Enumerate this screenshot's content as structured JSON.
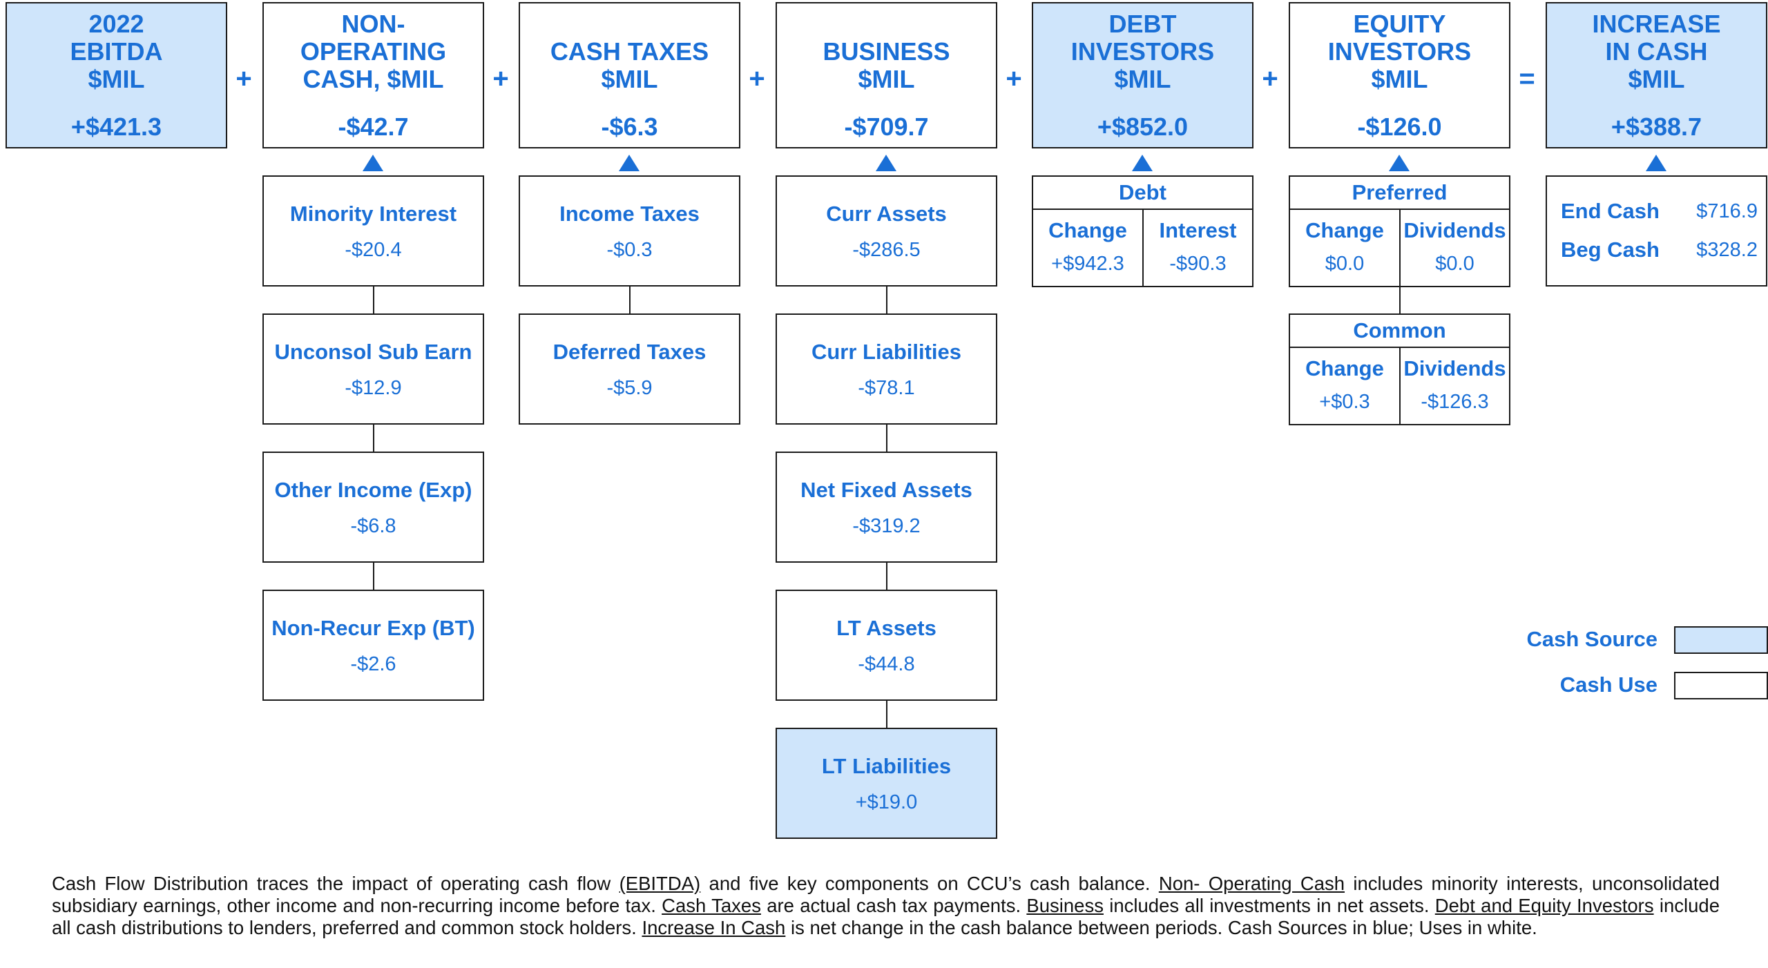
{
  "headers": [
    {
      "title": "2022\nEBITDA\n$MIL",
      "value": "+$421.3",
      "source": true
    },
    {
      "title": "NON-\nOPERATING\nCASH, $MIL",
      "value": "-$42.7",
      "source": false
    },
    {
      "title": "CASH TAXES\n$MIL",
      "value": "-$6.3",
      "source": false
    },
    {
      "title": "BUSINESS\n$MIL",
      "value": "-$709.7",
      "source": false
    },
    {
      "title": "DEBT\nINVESTORS\n$MIL",
      "value": "+$852.0",
      "source": true
    },
    {
      "title": "EQUITY\nINVESTORS\n$MIL",
      "value": "-$126.0",
      "source": false
    },
    {
      "title": "INCREASE\nIN CASH\n$MIL",
      "value": "+$388.7",
      "source": true
    }
  ],
  "operators": [
    "+",
    "+",
    "+",
    "+",
    "+",
    "="
  ],
  "non_operating": [
    {
      "label": "Minority Interest",
      "value": "-$20.4"
    },
    {
      "label": "Unconsol Sub Earn",
      "value": "-$12.9"
    },
    {
      "label": "Other Income (Exp)",
      "value": "-$6.8"
    },
    {
      "label": "Non-Recur Exp (BT)",
      "value": "-$2.6"
    }
  ],
  "cash_taxes": [
    {
      "label": "Income Taxes",
      "value": "-$0.3"
    },
    {
      "label": "Deferred Taxes",
      "value": "-$5.9"
    }
  ],
  "business": [
    {
      "label": "Curr Assets",
      "value": "-$286.5",
      "source": false
    },
    {
      "label": "Curr Liabilities",
      "value": "-$78.1",
      "source": false
    },
    {
      "label": "Net Fixed Assets",
      "value": "-$319.2",
      "source": false
    },
    {
      "label": "LT Assets",
      "value": "-$44.8",
      "source": false
    },
    {
      "label": "LT Liabilities",
      "value": "+$19.0",
      "source": true
    }
  ],
  "debt": {
    "title": "Debt",
    "change_label": "Change",
    "change_value": "+$942.3",
    "interest_label": "Interest",
    "interest_value": "-$90.3"
  },
  "preferred": {
    "title": "Preferred",
    "change_label": "Change",
    "change_value": "$0.0",
    "dividends_label": "Dividends",
    "dividends_value": "$0.0"
  },
  "common": {
    "title": "Common",
    "change_label": "Change",
    "change_value": "+$0.3",
    "dividends_label": "Dividends",
    "dividends_value": "-$126.3"
  },
  "cash": {
    "end_label": "End Cash",
    "end_value": "$716.9",
    "beg_label": "Beg Cash",
    "beg_value": "$328.2"
  },
  "legend": {
    "source_label": "Cash Source",
    "use_label": "Cash Use",
    "source_color": "#cfe5fb",
    "use_color": "#ffffff"
  },
  "footnote": {
    "p1": "Cash Flow Distribution traces the impact of operating cash flow ",
    "u1": "(EBITDA)",
    "p2": " and five key components on CCU’s cash balance. ",
    "u2": "Non- Operating Cash",
    "p3": " includes minority interests, unconsolidated subsidiary earnings, other income and non-recurring  income before tax. ",
    "u3": "Cash Taxes",
    "p4": " are actual cash tax payments. ",
    "u4": "Business",
    "p5": " includes all investments in net assets. ",
    "u5": "Debt and Equity Investors",
    "p6": " include all cash distributions to lenders, preferred and common stock holders. ",
    "u6": "Increase In Cash",
    "p7": " is net change in the cash balance between periods. Cash Sources in blue; Uses in white."
  }
}
